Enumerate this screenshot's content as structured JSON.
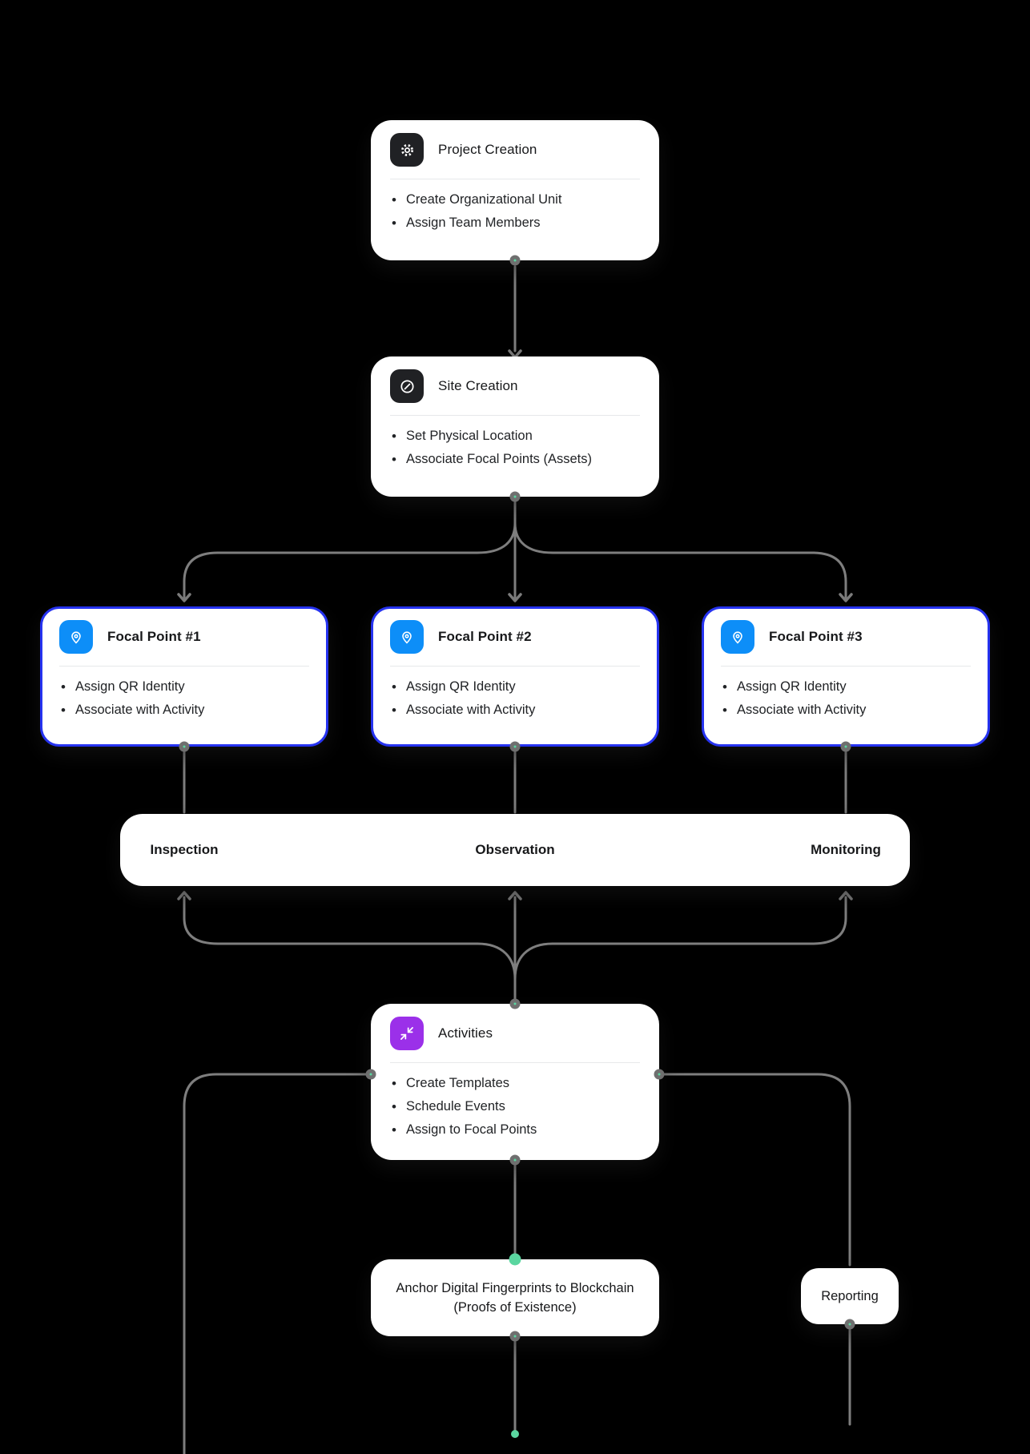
{
  "canvas": {
    "background": "#000000"
  },
  "colors": {
    "card": "#ffffff",
    "connector_line": "#7e7e7e",
    "connector_dot_green": "#5ad6a0",
    "connector_dot_ring": "#6f6f6f",
    "focal_border_blue": "#2633f0",
    "focal_icon_blue": "#0d8ef8",
    "activities_icon_purple": "#9b30e9",
    "dark_icon_background": "#202124"
  },
  "nodes": {
    "project_creation": {
      "title": "Project Creation",
      "icon": "gear-icon",
      "bullets": [
        "Create Organizational Unit",
        "Assign Team Members"
      ]
    },
    "site_creation": {
      "title": "Site Creation",
      "icon": "compass-icon",
      "bullets": [
        "Set Physical Location",
        "Associate Focal Points (Assets)"
      ]
    },
    "focal_point_1": {
      "title": "Focal Point #1",
      "icon": "map-pin-icon",
      "bullets": [
        "Assign QR Identity",
        "Associate with Activity"
      ]
    },
    "focal_point_2": {
      "title": "Focal Point #2",
      "icon": "map-pin-icon",
      "bullets": [
        "Assign QR Identity",
        "Associate with Activity"
      ]
    },
    "focal_point_3": {
      "title": "Focal Point #3",
      "icon": "map-pin-icon",
      "bullets": [
        "Assign QR Identity",
        "Associate with Activity"
      ]
    },
    "process_bar": {
      "labels": [
        "Inspection",
        "Observation",
        "Monitoring"
      ]
    },
    "activities": {
      "title": "Activities",
      "icon": "shrink-icon",
      "bullets": [
        "Create Templates",
        "Schedule Events",
        "Assign to Focal Points"
      ]
    },
    "anchor": {
      "text": "Anchor Digital Fingerprints to Blockchain (Proofs of Existence)"
    },
    "reporting": {
      "title": "Reporting"
    }
  }
}
